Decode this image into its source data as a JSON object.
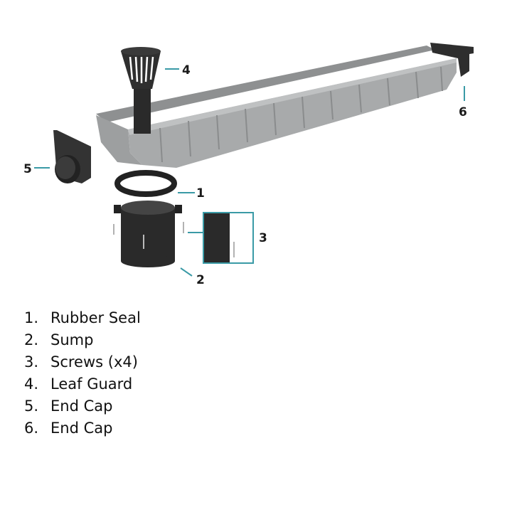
{
  "colors": {
    "callout_line": "#3a9aa6",
    "channel": "#a3a5a6",
    "parts": "#2b2b2b"
  },
  "callouts": [
    "1",
    "2",
    "3",
    "4",
    "5",
    "6"
  ],
  "parts_list": [
    {
      "number": "1.",
      "label": "Rubber Seal"
    },
    {
      "number": "2.",
      "label": "Sump"
    },
    {
      "number": "3.",
      "label": "Screws (x4)"
    },
    {
      "number": "4.",
      "label": "Leaf Guard"
    },
    {
      "number": "5.",
      "label": "End Cap"
    },
    {
      "number": "6.",
      "label": "End Cap"
    }
  ]
}
